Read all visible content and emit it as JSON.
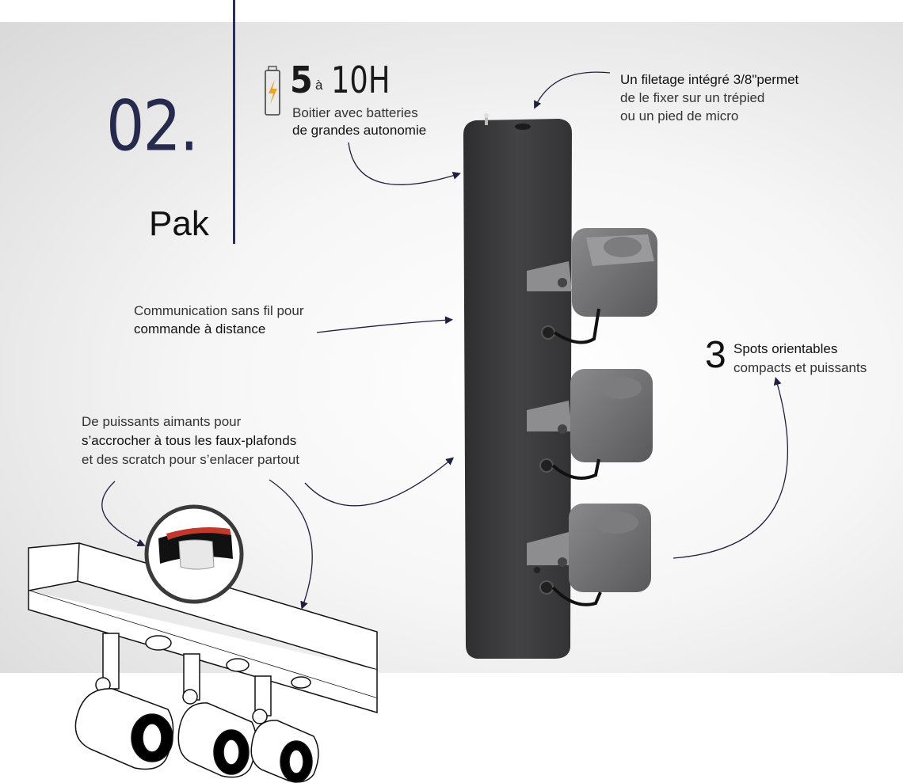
{
  "heading": {
    "number": "02.",
    "name": "Pak"
  },
  "battery": {
    "value_min": "5",
    "connector": "à",
    "value_max": "10H",
    "line1": "Boitier avec batteries",
    "line2": "de grandes autonomie"
  },
  "thread": {
    "line1": "Un filetage intégré 3/8\"permet",
    "line2": "de le fixer sur un trépied",
    "line3": "ou un pied de micro"
  },
  "wireless": {
    "line1": "Communication sans fil pour",
    "line2": "commande à distance"
  },
  "spots": {
    "count": "3",
    "line1": "Spots orientables",
    "line2": "compacts et puissants"
  },
  "magnets": {
    "line1": "De puissants aimants pour",
    "line2": "s’accrocher à tous les faux-plafonds",
    "line3": "et des scratch pour s’enlacer partout"
  },
  "icons": [
    "battery-icon",
    "lightning-icon"
  ],
  "colors": {
    "accent_navy": "#2a2f5a",
    "device": "#3b3b3d",
    "spot": "#6b6b6d",
    "bolt": "#e5a62c",
    "strap_red": "#c0392b"
  }
}
